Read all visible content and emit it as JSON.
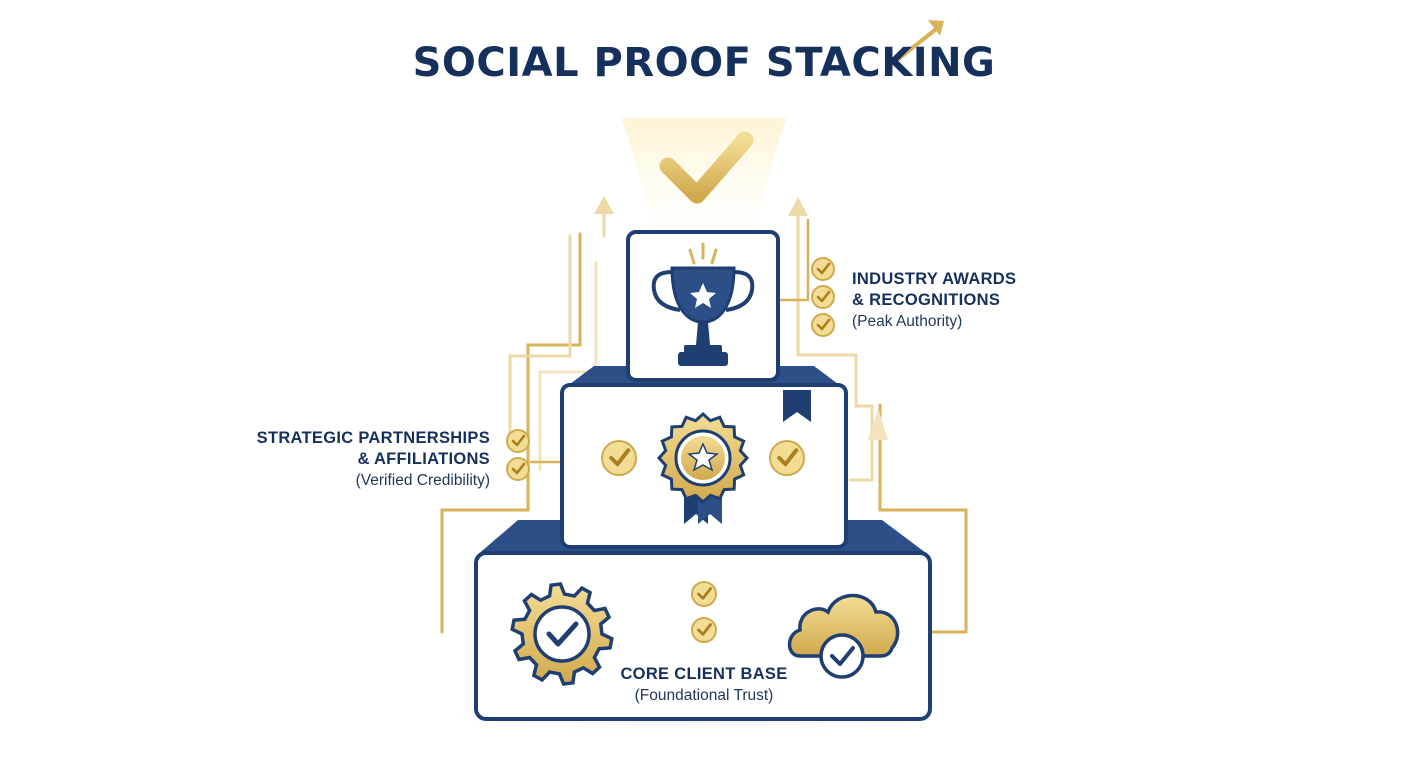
{
  "title": "SOCIAL PROOF STACKING",
  "tiers": [
    {
      "lines": [
        "INDUSTRY AWARDS",
        "& RECOGNITIONS"
      ],
      "subtitle": "(Peak Authority)",
      "icon": "trophy-icon"
    },
    {
      "lines": [
        "STRATEGIC PARTNERSHIPS",
        "& AFFILIATIONS"
      ],
      "subtitle": "(Verified Credibility)",
      "icon": "ribbon-badge-icon"
    },
    {
      "lines": [
        "CORE CLIENT BASE"
      ],
      "subtitle": "(Foundational Trust)",
      "icons": [
        "gear-check-icon",
        "cloud-check-icon"
      ]
    }
  ],
  "colors": {
    "navy": "#1f3f73",
    "title": "#16305c",
    "gold": "#d8b45a",
    "goldLight": "#f1dc99",
    "white": "#ffffff"
  }
}
